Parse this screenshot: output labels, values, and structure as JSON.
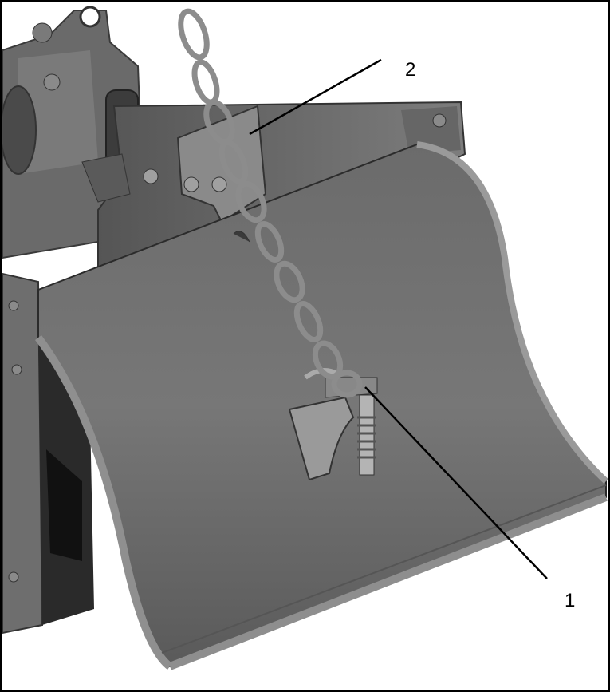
{
  "callouts": [
    {
      "number": "1",
      "part": "chain-hook-with-spring"
    },
    {
      "number": "2",
      "part": "chain"
    }
  ],
  "colors": {
    "metal_dark": "#5f5f5f",
    "metal_mid": "#7a7a7a",
    "metal_light": "#9a9a9a",
    "chain": "#8c8c8c",
    "outline": "#000000"
  }
}
